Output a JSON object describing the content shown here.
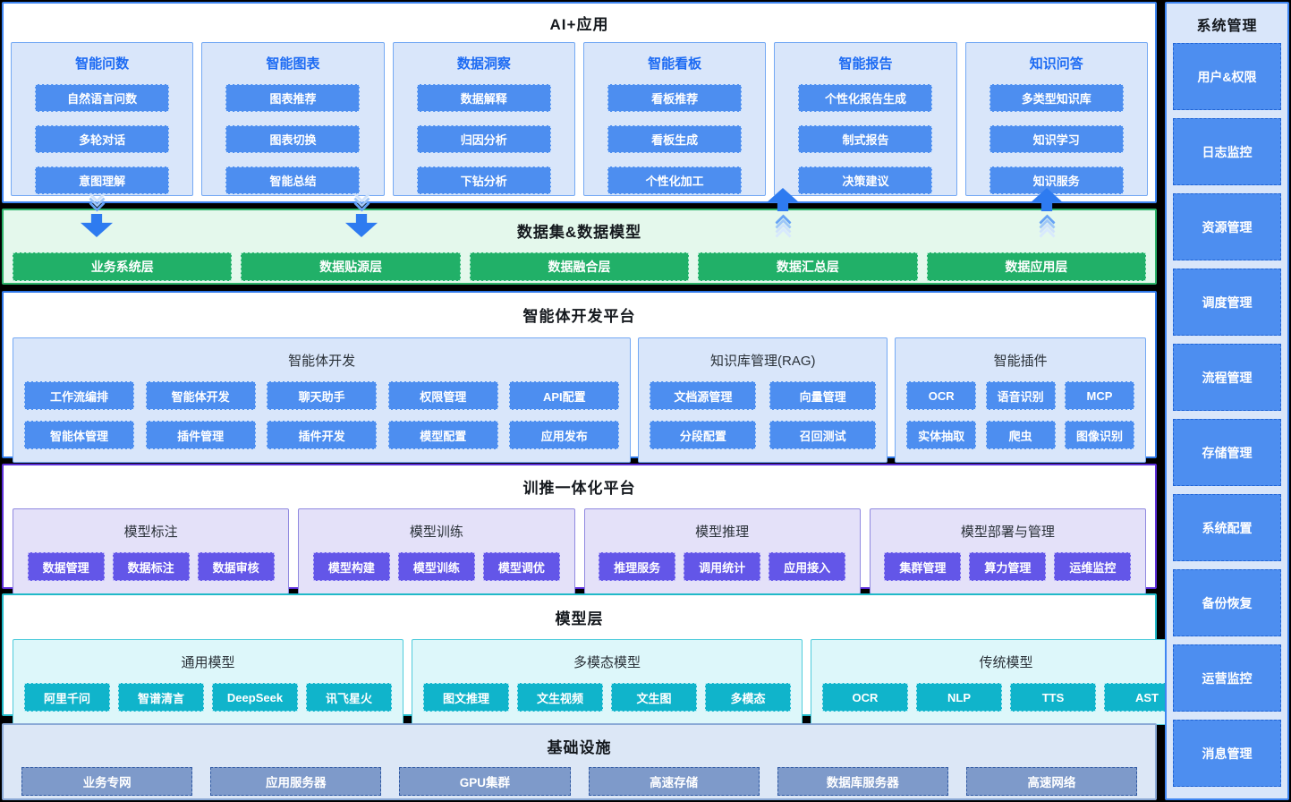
{
  "bands": {
    "ai_apps": {
      "title": "AI+应用",
      "columns": [
        {
          "title": "智能问数",
          "items": [
            "自然语言问数",
            "多轮对话",
            "意图理解"
          ]
        },
        {
          "title": "智能图表",
          "items": [
            "图表推荐",
            "图表切换",
            "智能总结"
          ]
        },
        {
          "title": "数据洞察",
          "items": [
            "数据解释",
            "归因分析",
            "下钻分析"
          ]
        },
        {
          "title": "智能看板",
          "items": [
            "看板推荐",
            "看板生成",
            "个性化加工"
          ]
        },
        {
          "title": "智能报告",
          "items": [
            "个性化报告生成",
            "制式报告",
            "决策建议"
          ]
        },
        {
          "title": "知识问答",
          "items": [
            "多类型知识库",
            "知识学习",
            "知识服务"
          ]
        }
      ]
    },
    "data_layer": {
      "title": "数据集&数据模型",
      "items": [
        "业务系统层",
        "数据贴源层",
        "数据融合层",
        "数据汇总层",
        "数据应用层"
      ]
    },
    "agent_platform": {
      "title": "智能体开发平台",
      "groups": [
        {
          "title": "智能体开发",
          "items": [
            "工作流编排",
            "智能体开发",
            "聊天助手",
            "权限管理",
            "API配置",
            "智能体管理",
            "插件管理",
            "插件开发",
            "模型配置",
            "应用发布"
          ]
        },
        {
          "title": "知识库管理(RAG)",
          "items": [
            "文档源管理",
            "向量管理",
            "分段配置",
            "召回测试"
          ]
        },
        {
          "title": "智能插件",
          "items": [
            "OCR",
            "语音识别",
            "MCP",
            "实体抽取",
            "爬虫",
            "图像识别"
          ]
        }
      ]
    },
    "training_platform": {
      "title": "训推一体化平台",
      "groups": [
        {
          "title": "模型标注",
          "items": [
            "数据管理",
            "数据标注",
            "数据审核"
          ]
        },
        {
          "title": "模型训练",
          "items": [
            "模型构建",
            "模型训练",
            "模型调优"
          ]
        },
        {
          "title": "模型推理",
          "items": [
            "推理服务",
            "调用统计",
            "应用接入"
          ]
        },
        {
          "title": "模型部署与管理",
          "items": [
            "集群管理",
            "算力管理",
            "运维监控"
          ]
        }
      ]
    },
    "model_layer": {
      "title": "模型层",
      "groups": [
        {
          "title": "通用模型",
          "items": [
            "阿里千问",
            "智谱清言",
            "DeepSeek",
            "讯飞星火"
          ]
        },
        {
          "title": "多模态模型",
          "items": [
            "图文推理",
            "文生视频",
            "文生图",
            "多模态"
          ]
        },
        {
          "title": "传统模型",
          "items": [
            "OCR",
            "NLP",
            "TTS",
            "AST"
          ]
        }
      ]
    },
    "infrastructure": {
      "title": "基础设施",
      "items": [
        "业务专网",
        "应用服务器",
        "GPU集群",
        "高速存储",
        "数据库服务器",
        "高速网络"
      ]
    }
  },
  "sidebar": {
    "title": "系统管理",
    "items": [
      "用户&权限",
      "日志监控",
      "资源管理",
      "调度管理",
      "流程管理",
      "存储管理",
      "系统配置",
      "备份恢复",
      "运营监控",
      "消息管理"
    ]
  },
  "colors": {
    "accent_blue": "#4d8ef0",
    "accent_green": "#21b068",
    "accent_purple": "#6356e8",
    "accent_teal": "#10b4cb",
    "accent_steel": "#7e9aca",
    "arrow_blue": "#2e7bf0"
  }
}
